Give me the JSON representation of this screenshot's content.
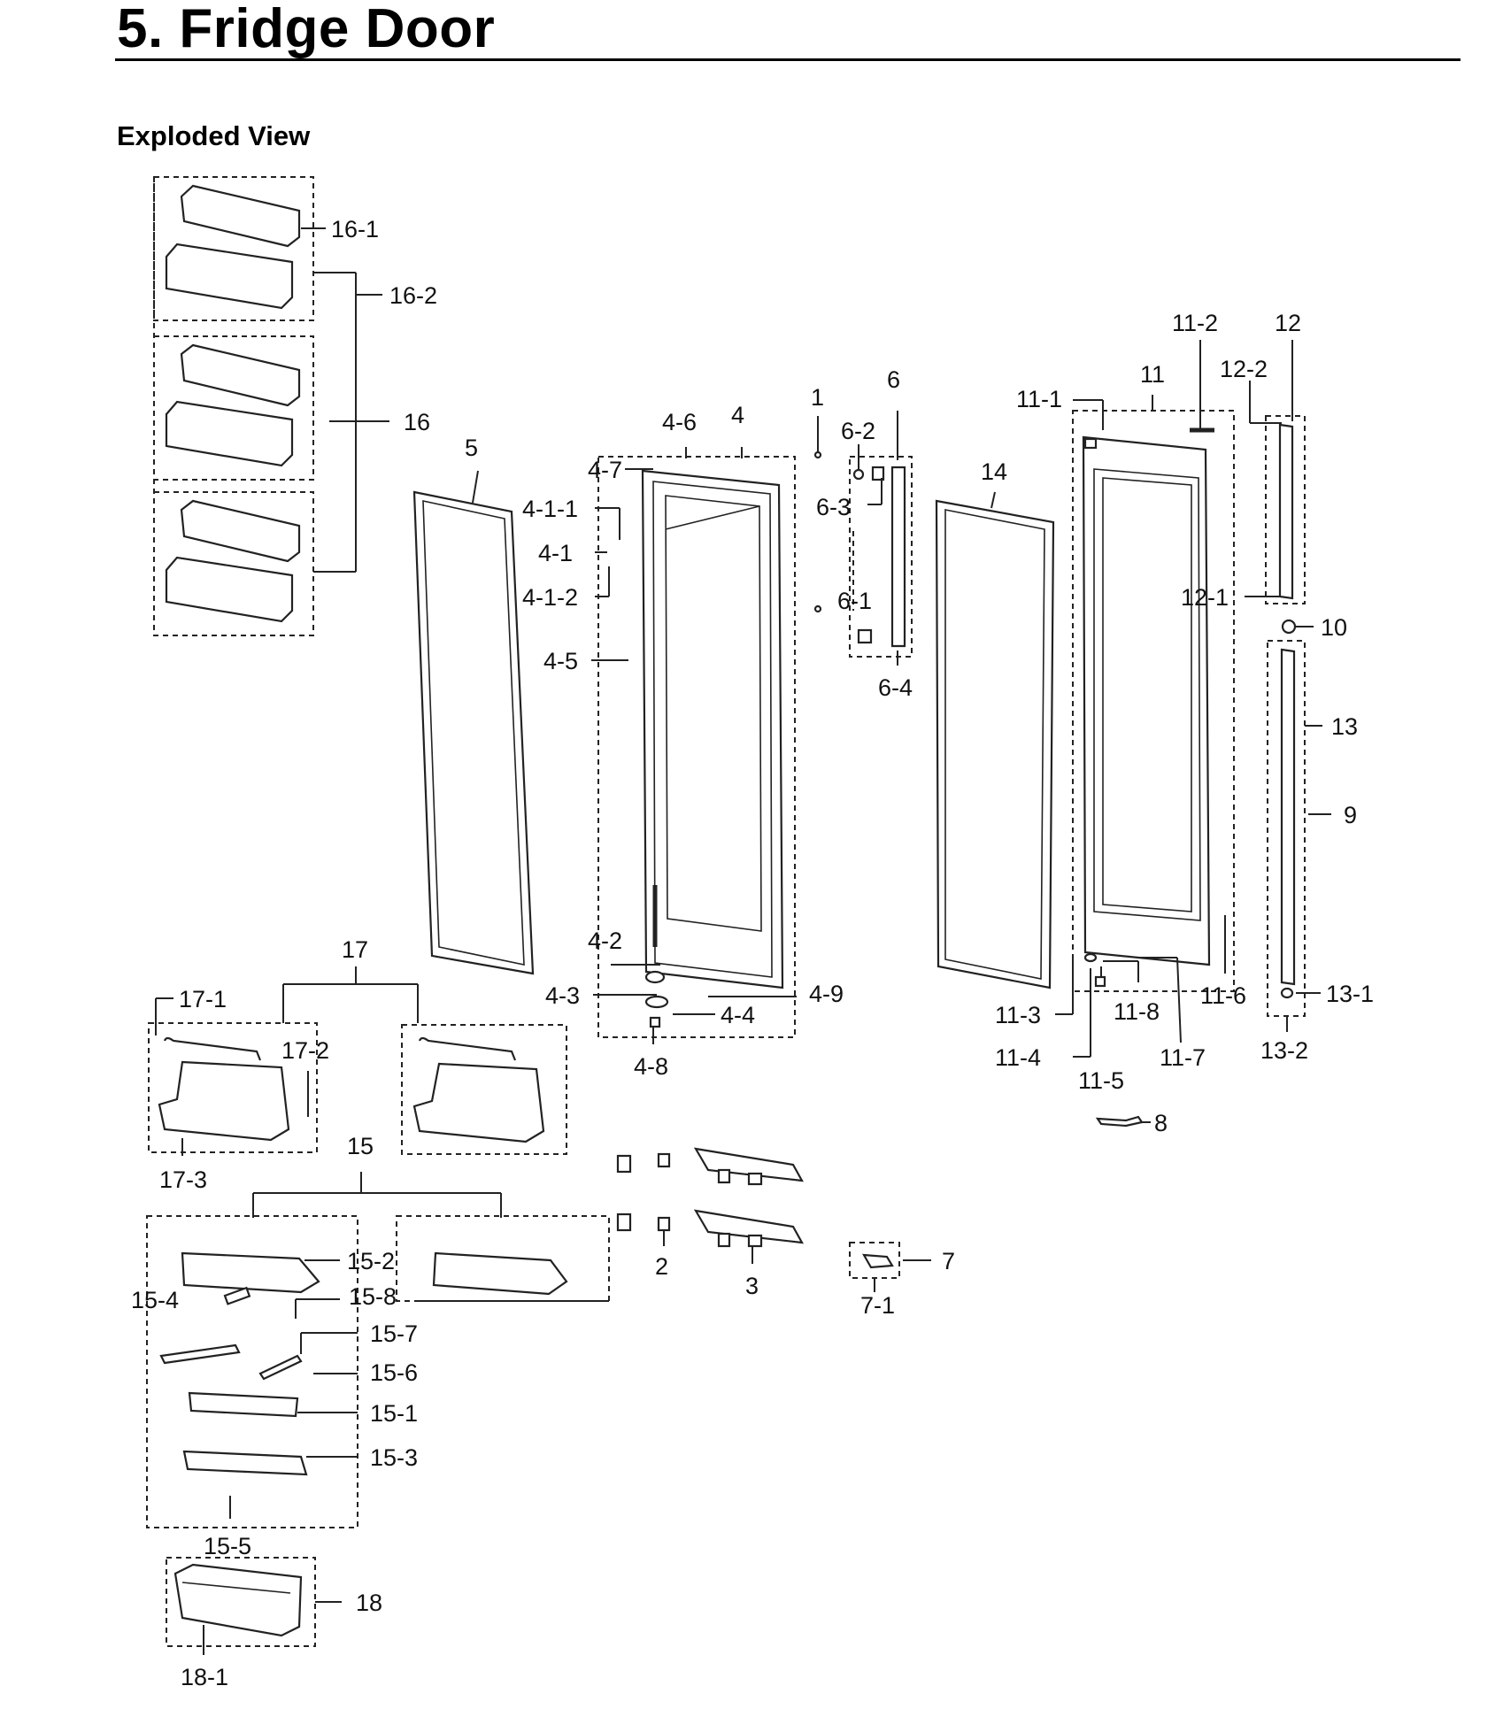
{
  "header": {
    "title": "5.  Fridge Door",
    "subtitle": "Exploded View"
  },
  "labels": {
    "l16_1": "16-1",
    "l16_2": "16-2",
    "l16": "16",
    "l5": "5",
    "l4_7": "4-7",
    "l4_6": "4-6",
    "l4": "4",
    "l4_1_1": "4-1-1",
    "l4_1": "4-1",
    "l4_1_2": "4-1-2",
    "l4_5": "4-5",
    "l1": "1",
    "l6_2": "6-2",
    "l6": "6",
    "l6_3": "6-3",
    "l6_1": "6-1",
    "l6_4": "6-4",
    "l14": "14",
    "l11_1": "11-1",
    "l11": "11",
    "l11_2": "11-2",
    "l12": "12",
    "l12_2": "12-2",
    "l12_1": "12-1",
    "l10": "10",
    "l13": "13",
    "l9": "9",
    "l4_2": "4-2",
    "l4_3": "4-3",
    "l4_4": "4-4",
    "l4_9": "4-9",
    "l4_8": "4-8",
    "l11_3": "11-3",
    "l11_8": "11-8",
    "l11_6": "11-6",
    "l13_1": "13-1",
    "l11_4": "11-4",
    "l11_7": "11-7",
    "l13_2": "13-2",
    "l11_5": "11-5",
    "l8": "8",
    "l17": "17",
    "l17_1": "17-1",
    "l17_2": "17-2",
    "l17_3": "17-3",
    "l15": "15",
    "l15_2": "15-2",
    "l15_4": "15-4",
    "l15_8": "15-8",
    "l15_7": "15-7",
    "l15_6": "15-6",
    "l15_1": "15-1",
    "l15_3": "15-3",
    "l15_5": "15-5",
    "l2": "2",
    "l3": "3",
    "l7": "7",
    "l7_1": "7-1",
    "l18": "18",
    "l18_1": "18-1"
  }
}
